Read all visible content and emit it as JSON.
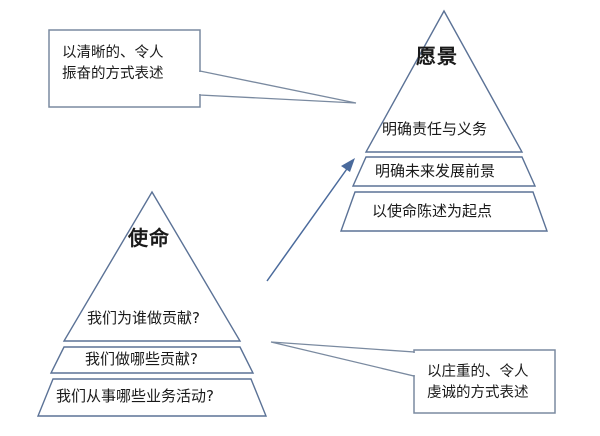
{
  "diagram": {
    "type": "two-pyramid comparison diagram",
    "colors": {
      "pyramid_stroke": "#5b7296",
      "callout_border": "#7a8aa0",
      "arrow": "#4a6a9c",
      "text": "#1a1a1a",
      "background": "#ffffff"
    },
    "vision_pyramid": {
      "title": "愿景",
      "tiers": [
        {
          "label": "明确责任与义务"
        },
        {
          "label": "明确未来发展前景"
        },
        {
          "label": "以使命陈述为起点"
        }
      ]
    },
    "mission_pyramid": {
      "title": "使命",
      "tiers": [
        {
          "label": "我们为谁做贡献?"
        },
        {
          "label": "我们做哪些贡献?"
        },
        {
          "label": "我们从事哪些业务活动?"
        }
      ]
    },
    "callouts": [
      {
        "name": "vision-callout",
        "line1": "以清晰的、令人",
        "line2": "振奋的方式表述"
      },
      {
        "name": "mission-callout",
        "line1": "以庄重的、令人",
        "line2": "虔诚的方式表述"
      }
    ],
    "connector": {
      "name": "mission-to-vision-arrow",
      "description": "arrow from mission pyramid to vision pyramid"
    }
  }
}
